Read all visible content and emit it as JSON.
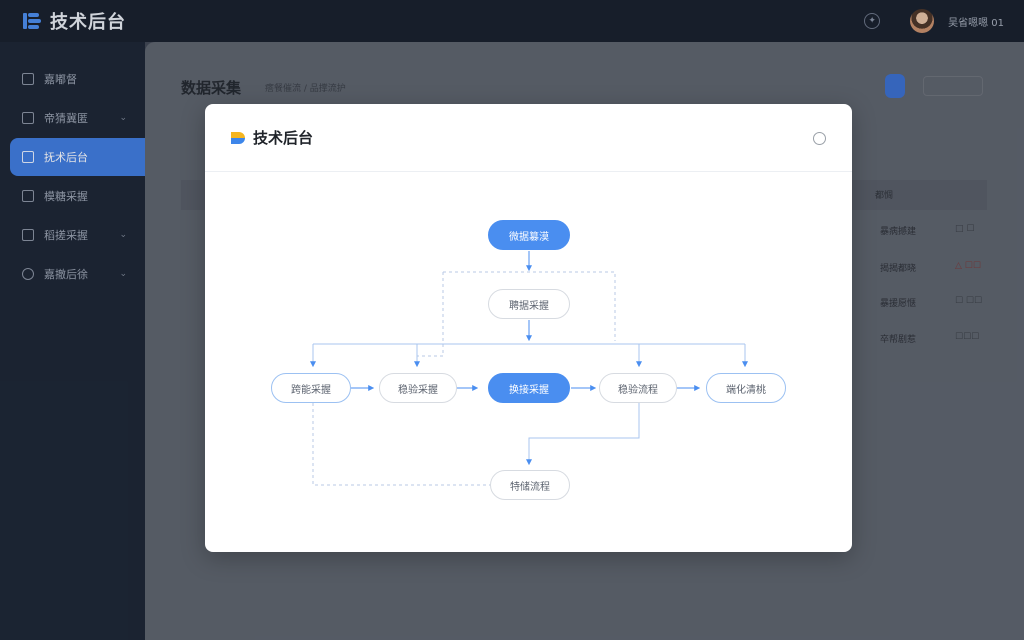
{
  "app": {
    "title": "技术后台"
  },
  "topbar": {
    "username": "吴省嗯嗯 01",
    "notify_icon": "bell-icon"
  },
  "sidebar": {
    "items": [
      {
        "label": "嘉嘟督",
        "icon": "monitor-icon",
        "has_children": false,
        "active": false
      },
      {
        "label": "帝猜冀匿",
        "icon": "document-icon",
        "has_children": true,
        "active": false
      },
      {
        "label": "抚术后台",
        "icon": "folder-icon",
        "has_children": false,
        "active": true
      },
      {
        "label": "模糖采握",
        "icon": "database-icon",
        "has_children": false,
        "active": false
      },
      {
        "label": "稻搓采握",
        "icon": "chart-icon",
        "has_children": true,
        "active": false
      },
      {
        "label": "嘉撤后徐",
        "icon": "globe-icon",
        "has_children": true,
        "active": false
      }
    ]
  },
  "main": {
    "title": "数据采集",
    "breadcrumb": "瘩餐催流  /  品撑流护",
    "table": {
      "header_right": "都惆",
      "rows": [
        {
          "label": "暴病撼建",
          "action": "□ ☐"
        },
        {
          "label": "揭揭都晓",
          "action": "△ ☐☐",
          "warn": true
        },
        {
          "label": "暴援愿惬",
          "action": "☐ ☐☐"
        },
        {
          "label": "卒帮剧惹",
          "action": "☐☐☐"
        }
      ]
    }
  },
  "modal": {
    "title": "技术后台",
    "nodes": {
      "n_top": "微据篡漠",
      "n_mid": "聘据采握",
      "n_r1": "跨能采握",
      "n_r2": "稳验采握",
      "n_r3": "换接采握",
      "n_r4": "稳验流程",
      "n_r5": "端化清桃",
      "n_bottom": "特储流程"
    }
  },
  "colors": {
    "accent": "#4a8ef0",
    "sidebar_active": "#3e7be0",
    "topbar": "#161e2b"
  }
}
